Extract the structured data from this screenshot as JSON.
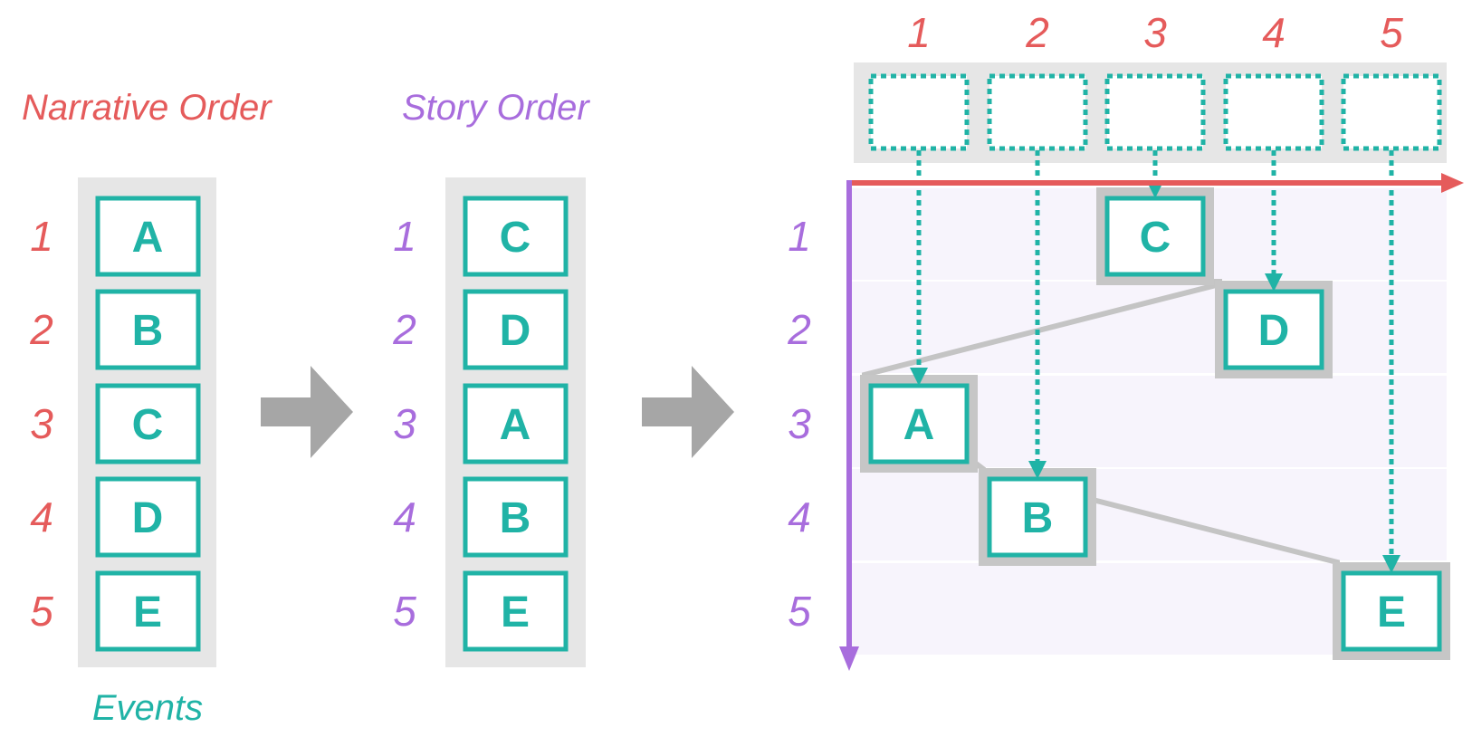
{
  "labels": {
    "narrative_order": "Narrative Order",
    "story_order": "Story Order",
    "events": "Events"
  },
  "narrative_positions": [
    "1",
    "2",
    "3",
    "4",
    "5"
  ],
  "story_positions": [
    "1",
    "2",
    "3",
    "4",
    "5"
  ],
  "narrative_sequence": [
    "A",
    "B",
    "C",
    "D",
    "E"
  ],
  "story_sequence": [
    "C",
    "D",
    "A",
    "B",
    "E"
  ],
  "matrix_columns": [
    "1",
    "2",
    "3",
    "4",
    "5"
  ],
  "matrix_rows": [
    "1",
    "2",
    "3",
    "4",
    "5"
  ],
  "colors": {
    "narrative": "#e55b5b",
    "story": "#a86ddd",
    "event": "#20b3a6",
    "panel": "#e6e6e6",
    "arrow": "#a6a6a6",
    "grid_band": "#f7f4fc"
  }
}
